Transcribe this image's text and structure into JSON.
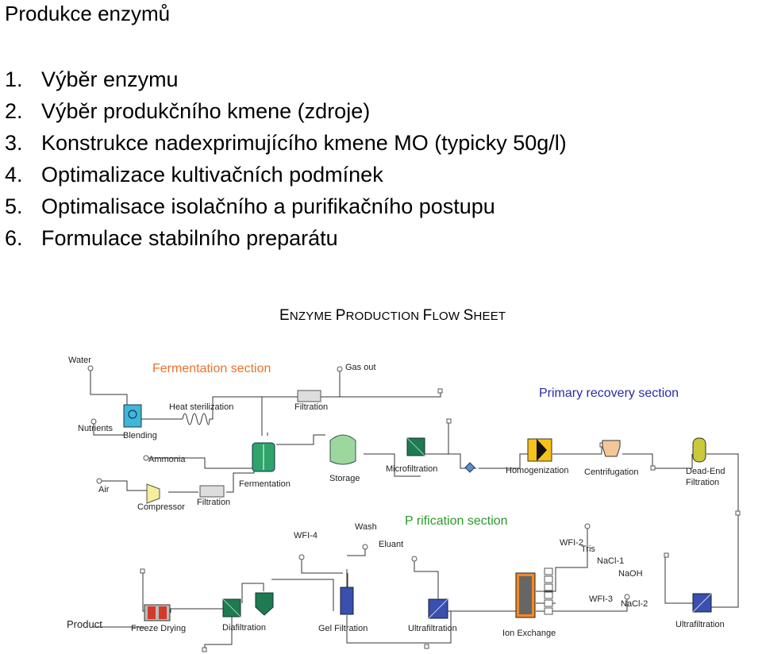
{
  "title": "Produkce enzymů",
  "steps": [
    {
      "num": "1.",
      "text": "Výběr enzymu"
    },
    {
      "num": "2.",
      "text": "Výběr produkčního kmene (zdroje)"
    },
    {
      "num": "3.",
      "text": "Konstrukce nadexprimujícího kmene MO (typicky 50g/l)"
    },
    {
      "num": "4.",
      "text": "Optimalizace kultivačních podmínek"
    },
    {
      "num": "5.",
      "text": "Optimalisace isolačního a purifikačního postupu"
    },
    {
      "num": "6.",
      "text": "Formulace stabilního preparátu"
    }
  ],
  "flow_sheet": {
    "title_initial_1": "E",
    "title_rest_1": "NZYME ",
    "title_initial_2": "P",
    "title_rest_2": "RODUCTION ",
    "title_initial_3": "F",
    "title_rest_3": "LOW ",
    "title_initial_4": "S",
    "title_rest_4": "HEET",
    "sections": {
      "fermentation": "Fermentation  section",
      "primary_recovery": "Primary recovery section",
      "purification": "P  rification section"
    },
    "labels": {
      "water": "Water",
      "gas_out": "Gas out",
      "heat_sterilization": "Heat sterilization",
      "filtration_top": "Filtration",
      "nutrients": "Nutrients",
      "blending": "Blending",
      "ammonia": "Ammonia",
      "air": "Air",
      "compressor": "Compressor",
      "filtration_air": "Filtration",
      "fermentation": "Fermentation",
      "storage": "Storage",
      "microfiltration": "Microfiltration",
      "homogenization": "Homogenization",
      "centrifugation": "Centrifugation",
      "dead_end": "Dead-End",
      "filtration_dead_end": "Filtration",
      "wfi4": "WFI-4",
      "wash": "Wash",
      "eluant": "Eluant",
      "wfi2": "WFI-2",
      "tris": "Tris",
      "nacl1": "NaCl-1",
      "naoh": "NaOH",
      "wfi3": "WFI-3",
      "nacl2": "NaCl-2",
      "product": "Product",
      "freeze_drying": "Freeze Drying",
      "diafiltration": "Diafiltration",
      "gel_filtration": "Gel Filtration",
      "ultrafiltration_1": "Ultrafiltration",
      "ion_exchange": "Ion Exchange",
      "ultrafiltration_2": "Ultrafiltration"
    }
  },
  "colors": {
    "fermentation_section": "#e8742a",
    "primary_section": "#2a2aa8",
    "purification_section": "#2a9a2a",
    "blending_tank": "#3fb7d8",
    "fermenter": "#2fa36a",
    "storage_tank": "#9ed79e",
    "compressor": "#f3ef9a",
    "homogenizer": "#f5c21a",
    "centrifuge": "#f4c79a",
    "filter_dark": "#1f7a4f",
    "filter_blue": "#3a4fb0",
    "freeze_dryer": "#d23a2a",
    "column_frame": "#f08a2a"
  }
}
